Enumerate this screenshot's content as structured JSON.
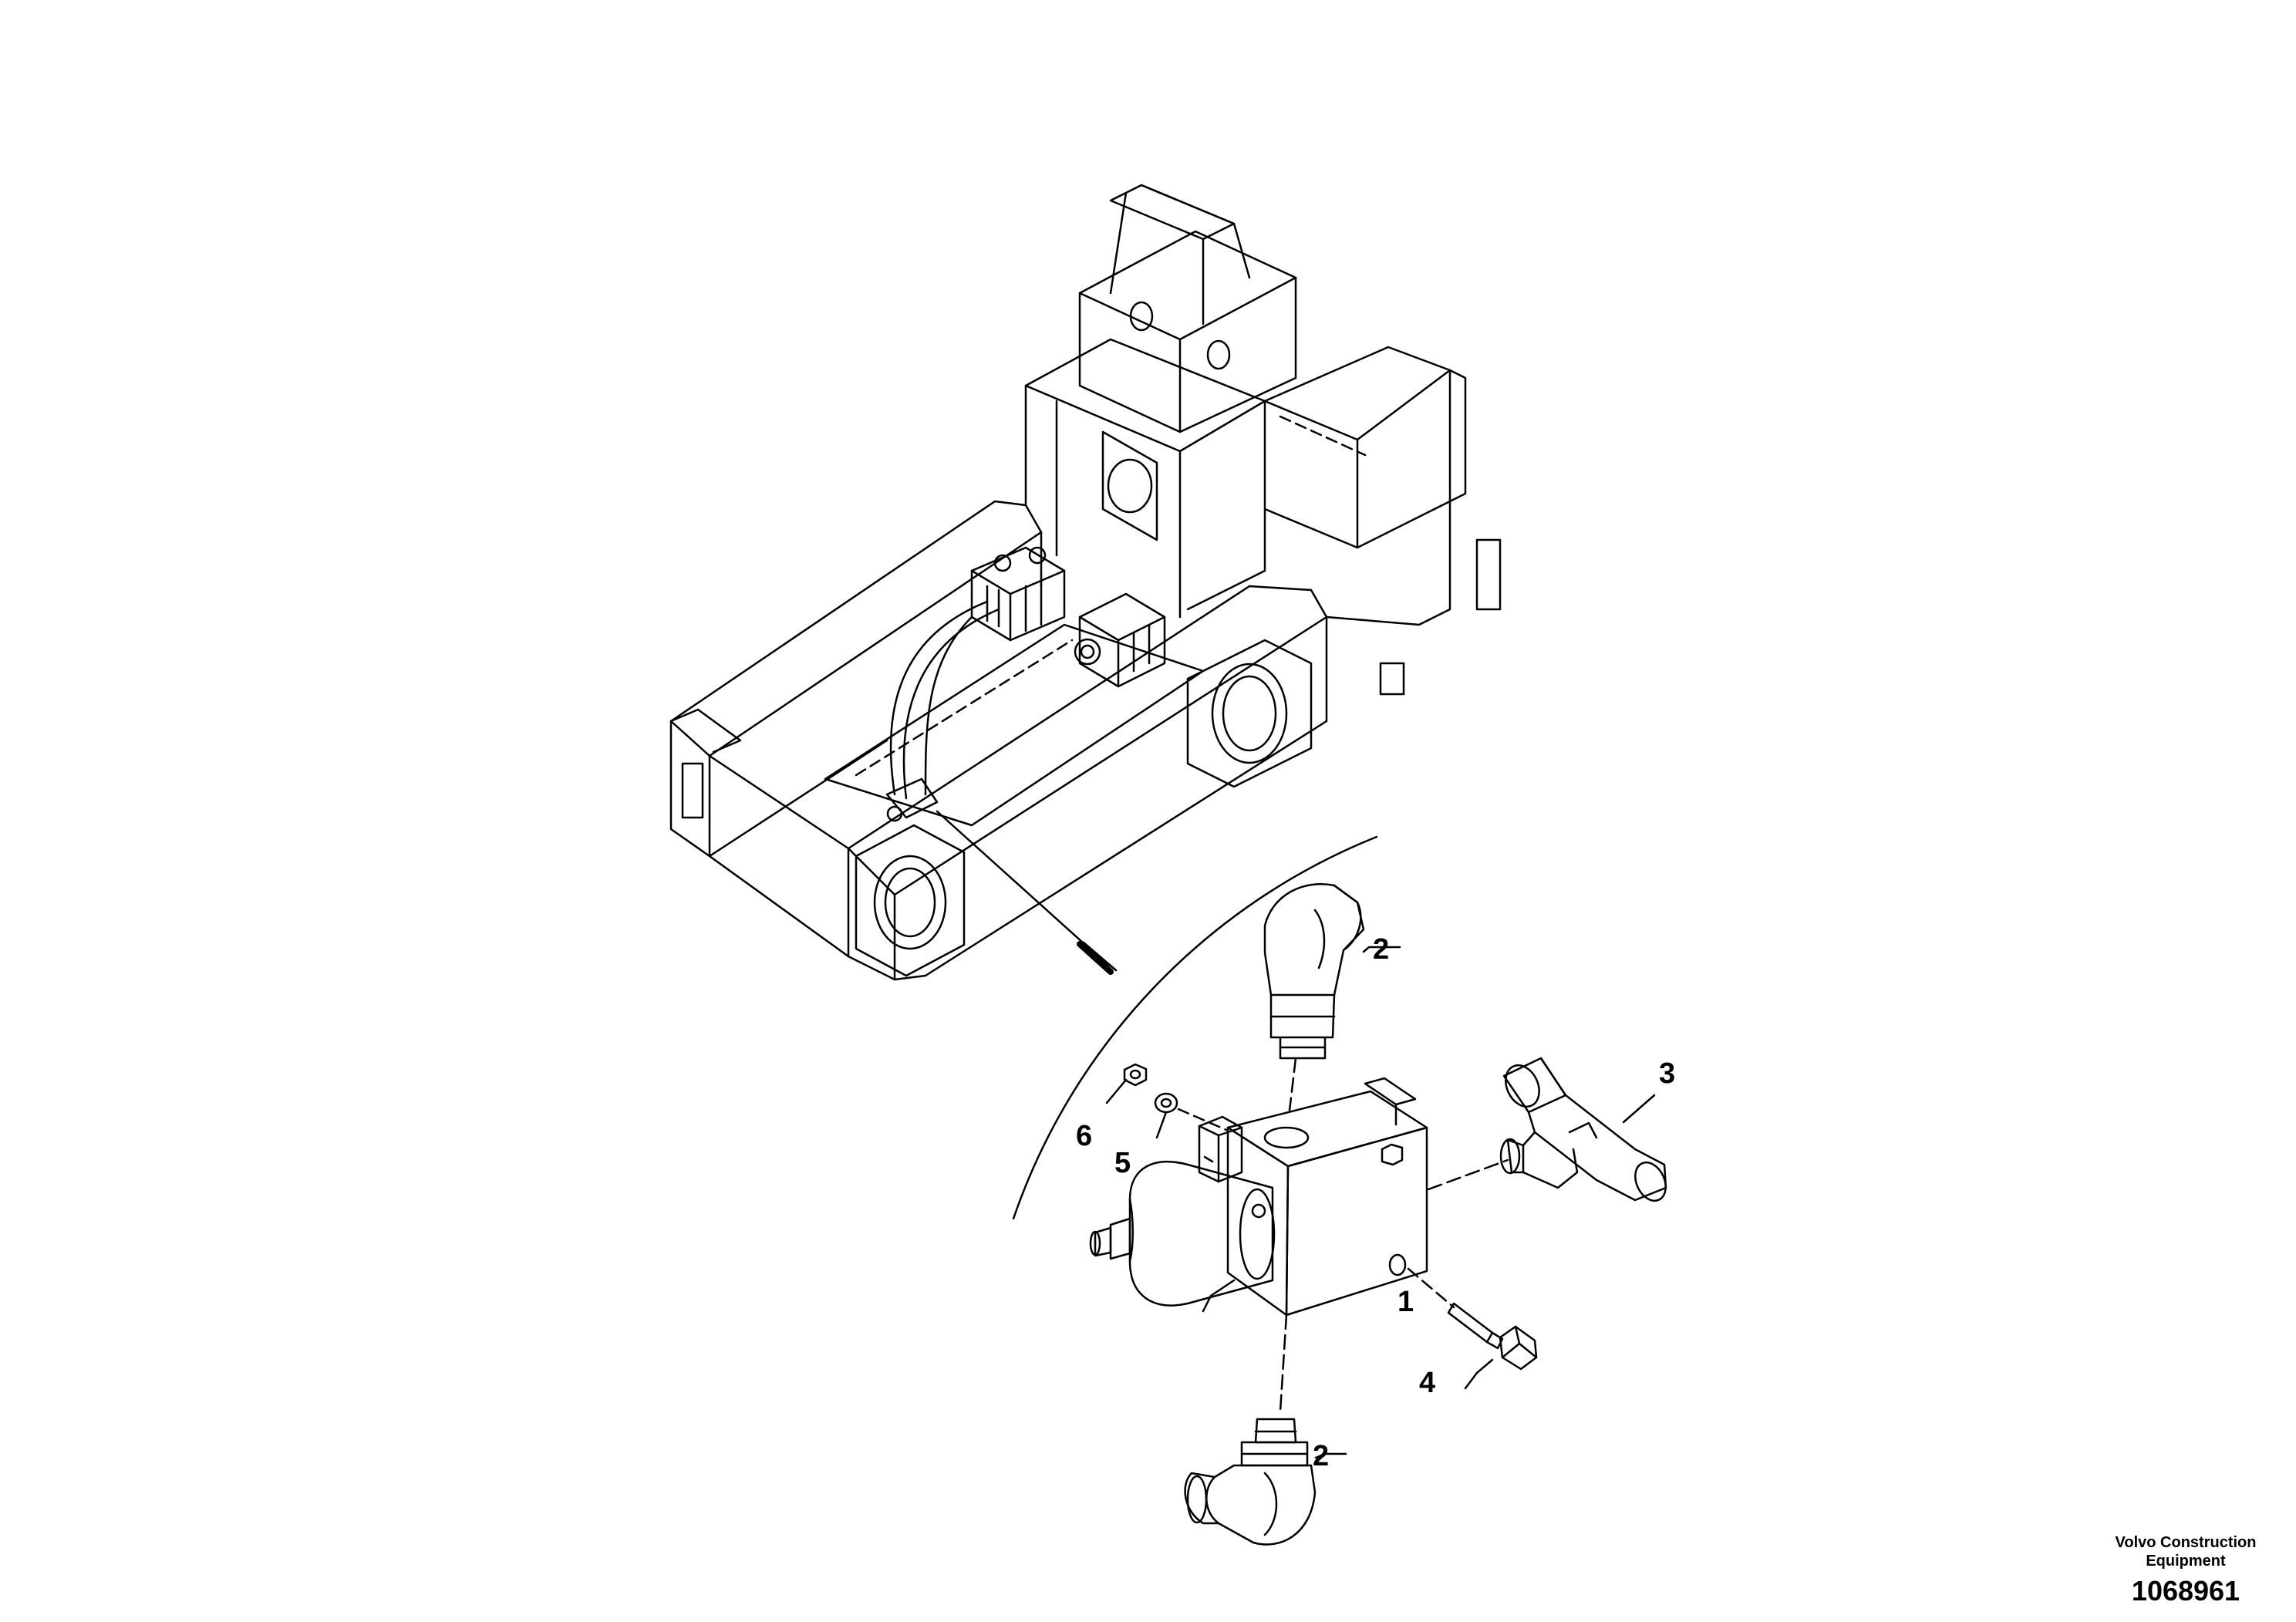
{
  "callouts": {
    "item_1": "1",
    "item_2_top": "2",
    "item_2_bottom": "2",
    "item_3": "3",
    "item_4": "4",
    "item_5": "5",
    "item_6": "6"
  },
  "caption": {
    "company_line1": "Volvo Construction",
    "company_line2": "Equipment",
    "drawing_number": "1068961"
  }
}
